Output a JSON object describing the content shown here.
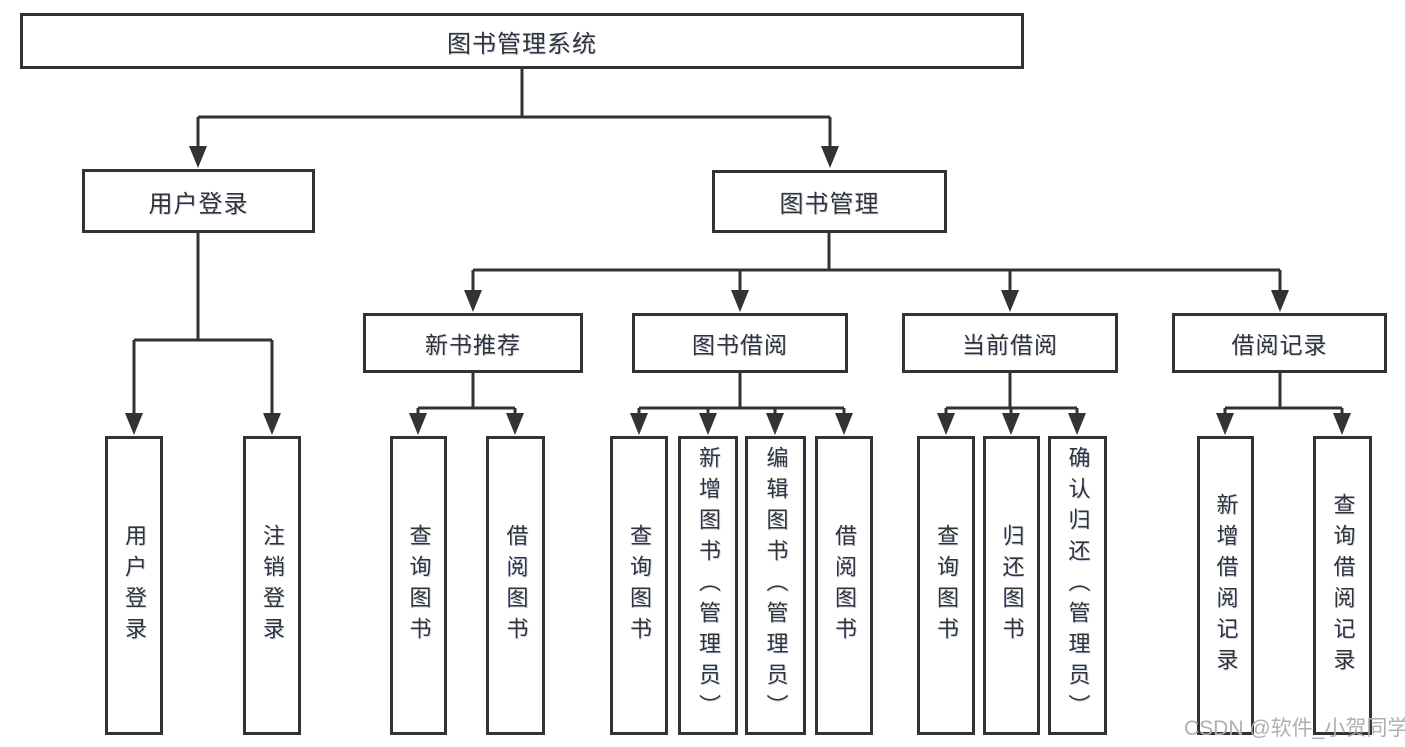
{
  "diagram": {
    "title": "图书管理系统",
    "root": {
      "label": "图书管理系统"
    },
    "level2": {
      "user_login": {
        "label": "用户登录"
      },
      "book_mgmt": {
        "label": "图书管理"
      }
    },
    "level3": {
      "new_book_rec": {
        "label": "新书推荐"
      },
      "book_borrow": {
        "label": "图书借阅"
      },
      "current_borrow": {
        "label": "当前借阅"
      },
      "borrow_records": {
        "label": "借阅记录"
      }
    },
    "leaves": {
      "user_login_children": [
        "用户登录",
        "注销登录"
      ],
      "new_book_rec_children": [
        "查询图书",
        "借阅图书"
      ],
      "book_borrow_children": [
        "查询图书",
        "新增图书（管理员）",
        "编辑图书（管理员）",
        "借阅图书"
      ],
      "current_borrow_children": [
        "查询图书",
        "归还图书",
        "确认归还（管理员）"
      ],
      "borrow_records_children": [
        "新增借阅记录",
        "查询借阅记录"
      ]
    },
    "watermark": {
      "text": "CSDN @软件_小贺同学",
      "color": "#b0b0b0"
    },
    "colors": {
      "line": "#333333",
      "box_border": "#333333",
      "box_background": "#ffffff",
      "text": "#333333",
      "page_background": "#ffffff"
    }
  }
}
